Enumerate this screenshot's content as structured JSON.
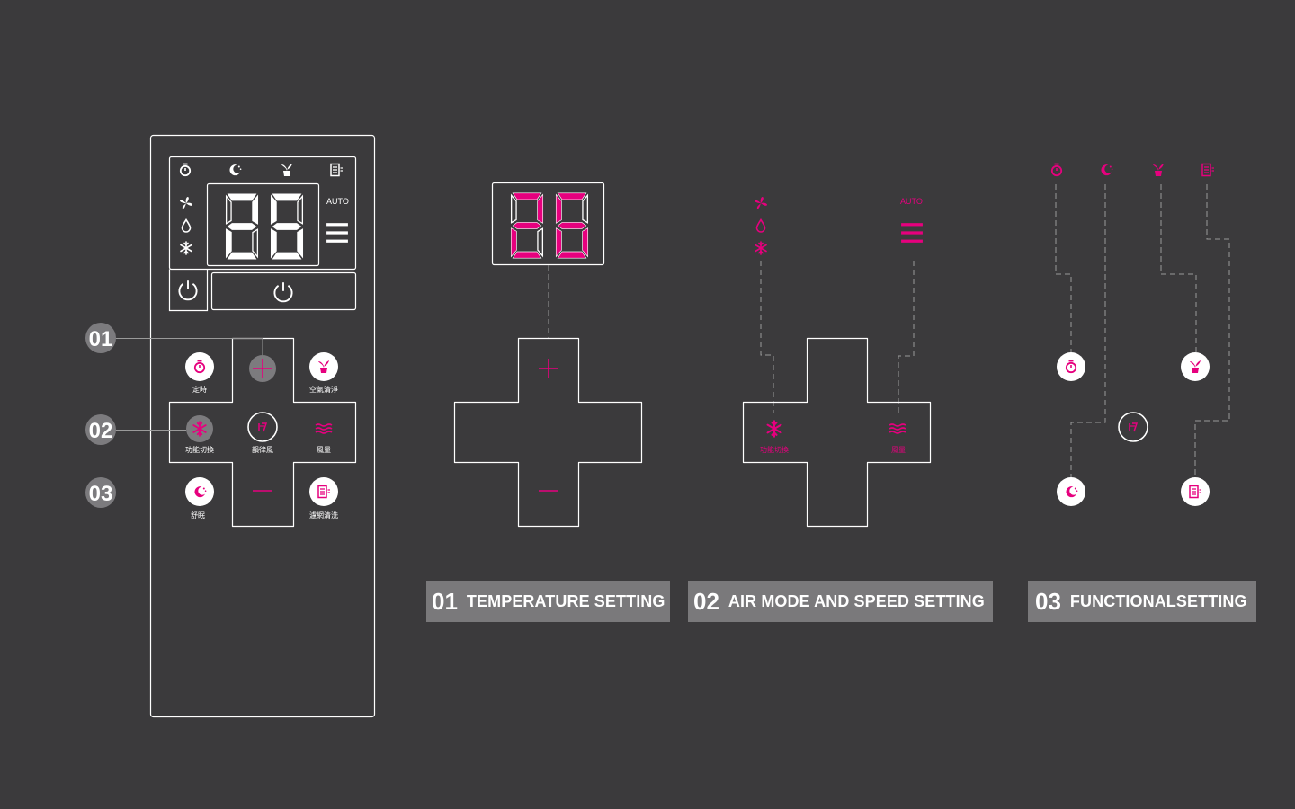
{
  "colors": {
    "background": "#3b3a3c",
    "accent": "#e6007e",
    "outline": "#ffffff",
    "caption_bg": "#7a797b"
  },
  "display": {
    "temperature": "26",
    "mode_label": "AUTO"
  },
  "remote": {
    "buttons": {
      "timer": {
        "label": "定時",
        "icon": "timer-icon"
      },
      "air_clean": {
        "label": "空氣清淨",
        "icon": "plant-icon"
      },
      "mode_switch": {
        "label": "功能切換",
        "icon": "snowflake-icon"
      },
      "natural_wind": {
        "label": "韻律風",
        "icon": "swing-icon"
      },
      "fan_speed": {
        "label": "風量",
        "icon": "wind-icon"
      },
      "sleep": {
        "label": "舒眠",
        "icon": "moon-icon"
      },
      "filter_clean": {
        "label": "濾網清洗",
        "icon": "filter-icon"
      }
    }
  },
  "callouts": [
    "01",
    "02",
    "03"
  ],
  "captions": [
    {
      "num": "01",
      "text": "TEMPERATURE SETTING"
    },
    {
      "num": "02",
      "text": "AIR MODE AND SPEED SETTING"
    },
    {
      "num": "03",
      "text": "FUNCTIONALSETTING"
    }
  ]
}
